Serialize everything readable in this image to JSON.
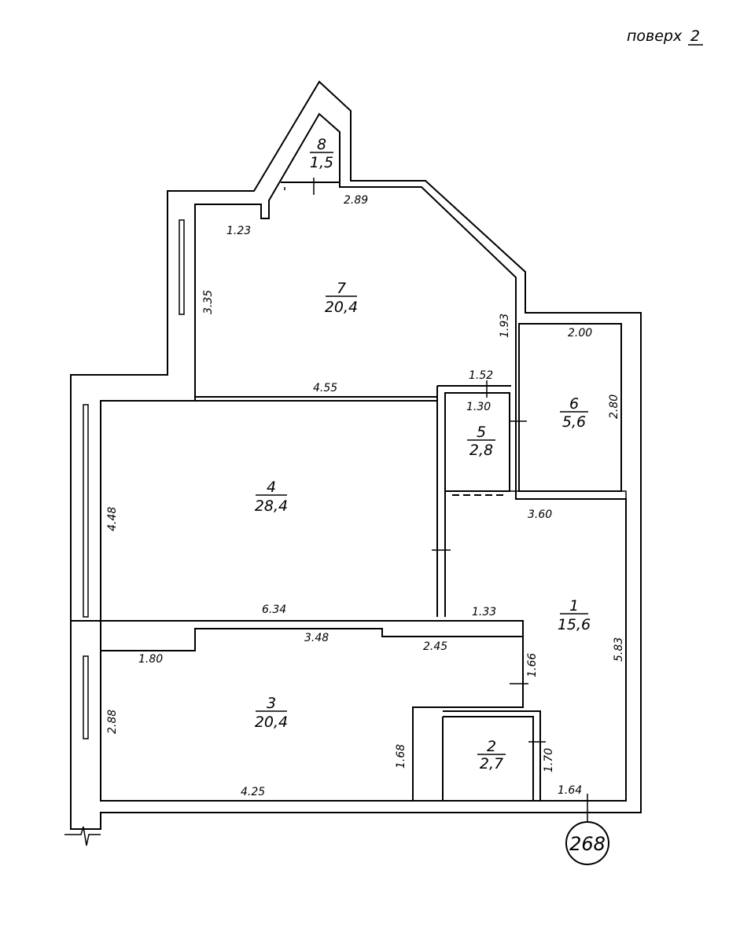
{
  "title": {
    "label": "поверх",
    "number": "2"
  },
  "apartment_number": "268",
  "rooms": [
    {
      "number": "1",
      "area": "15,6"
    },
    {
      "number": "2",
      "area": "2,7"
    },
    {
      "number": "3",
      "area": "20,4"
    },
    {
      "number": "4",
      "area": "28,4"
    },
    {
      "number": "5",
      "area": "2,8"
    },
    {
      "number": "6",
      "area": "5,6"
    },
    {
      "number": "7",
      "area": "20,4"
    },
    {
      "number": "8",
      "area": "1,5"
    }
  ],
  "dimensions": {
    "d_2_89": "2.89",
    "d_1_23": "1.23",
    "d_3_35": "3.35",
    "d_1_93": "1.93",
    "d_2_00": "2.00",
    "d_2_80": "2.80",
    "d_4_55": "4.55",
    "d_1_52": "1.52",
    "d_1_30": "1.30",
    "d_4_48": "4.48",
    "d_3_60": "3.60",
    "d_6_34": "6.34",
    "d_1_33": "1.33",
    "d_3_48": "3.48",
    "d_2_45": "2.45",
    "d_1_80": "1.80",
    "d_1_66": "1.66",
    "d_5_83": "5.83",
    "d_2_88": "2.88",
    "d_1_68": "1.68",
    "d_1_70": "1.70",
    "d_4_25": "4.25",
    "d_1_64": "1.64"
  }
}
